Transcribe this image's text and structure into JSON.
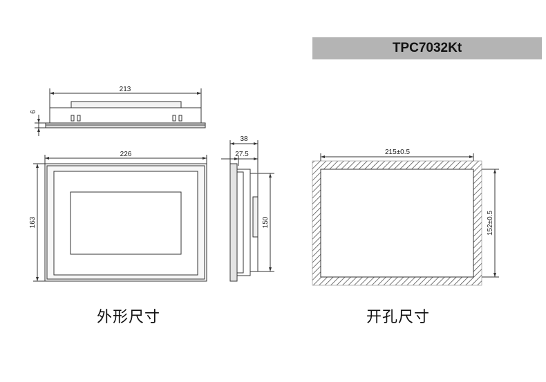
{
  "model": "TPC7032Kt",
  "captions": {
    "outline": "外形尺寸",
    "cutout": "开孔尺寸"
  },
  "dimensions": {
    "top_width": "213",
    "top_thickness": "6",
    "front_width": "226",
    "front_height": "163",
    "side_depth_total": "38",
    "side_depth_body": "27.5",
    "side_height": "150",
    "cutout_width": "215±0.5",
    "cutout_height": "152±0.5"
  }
}
